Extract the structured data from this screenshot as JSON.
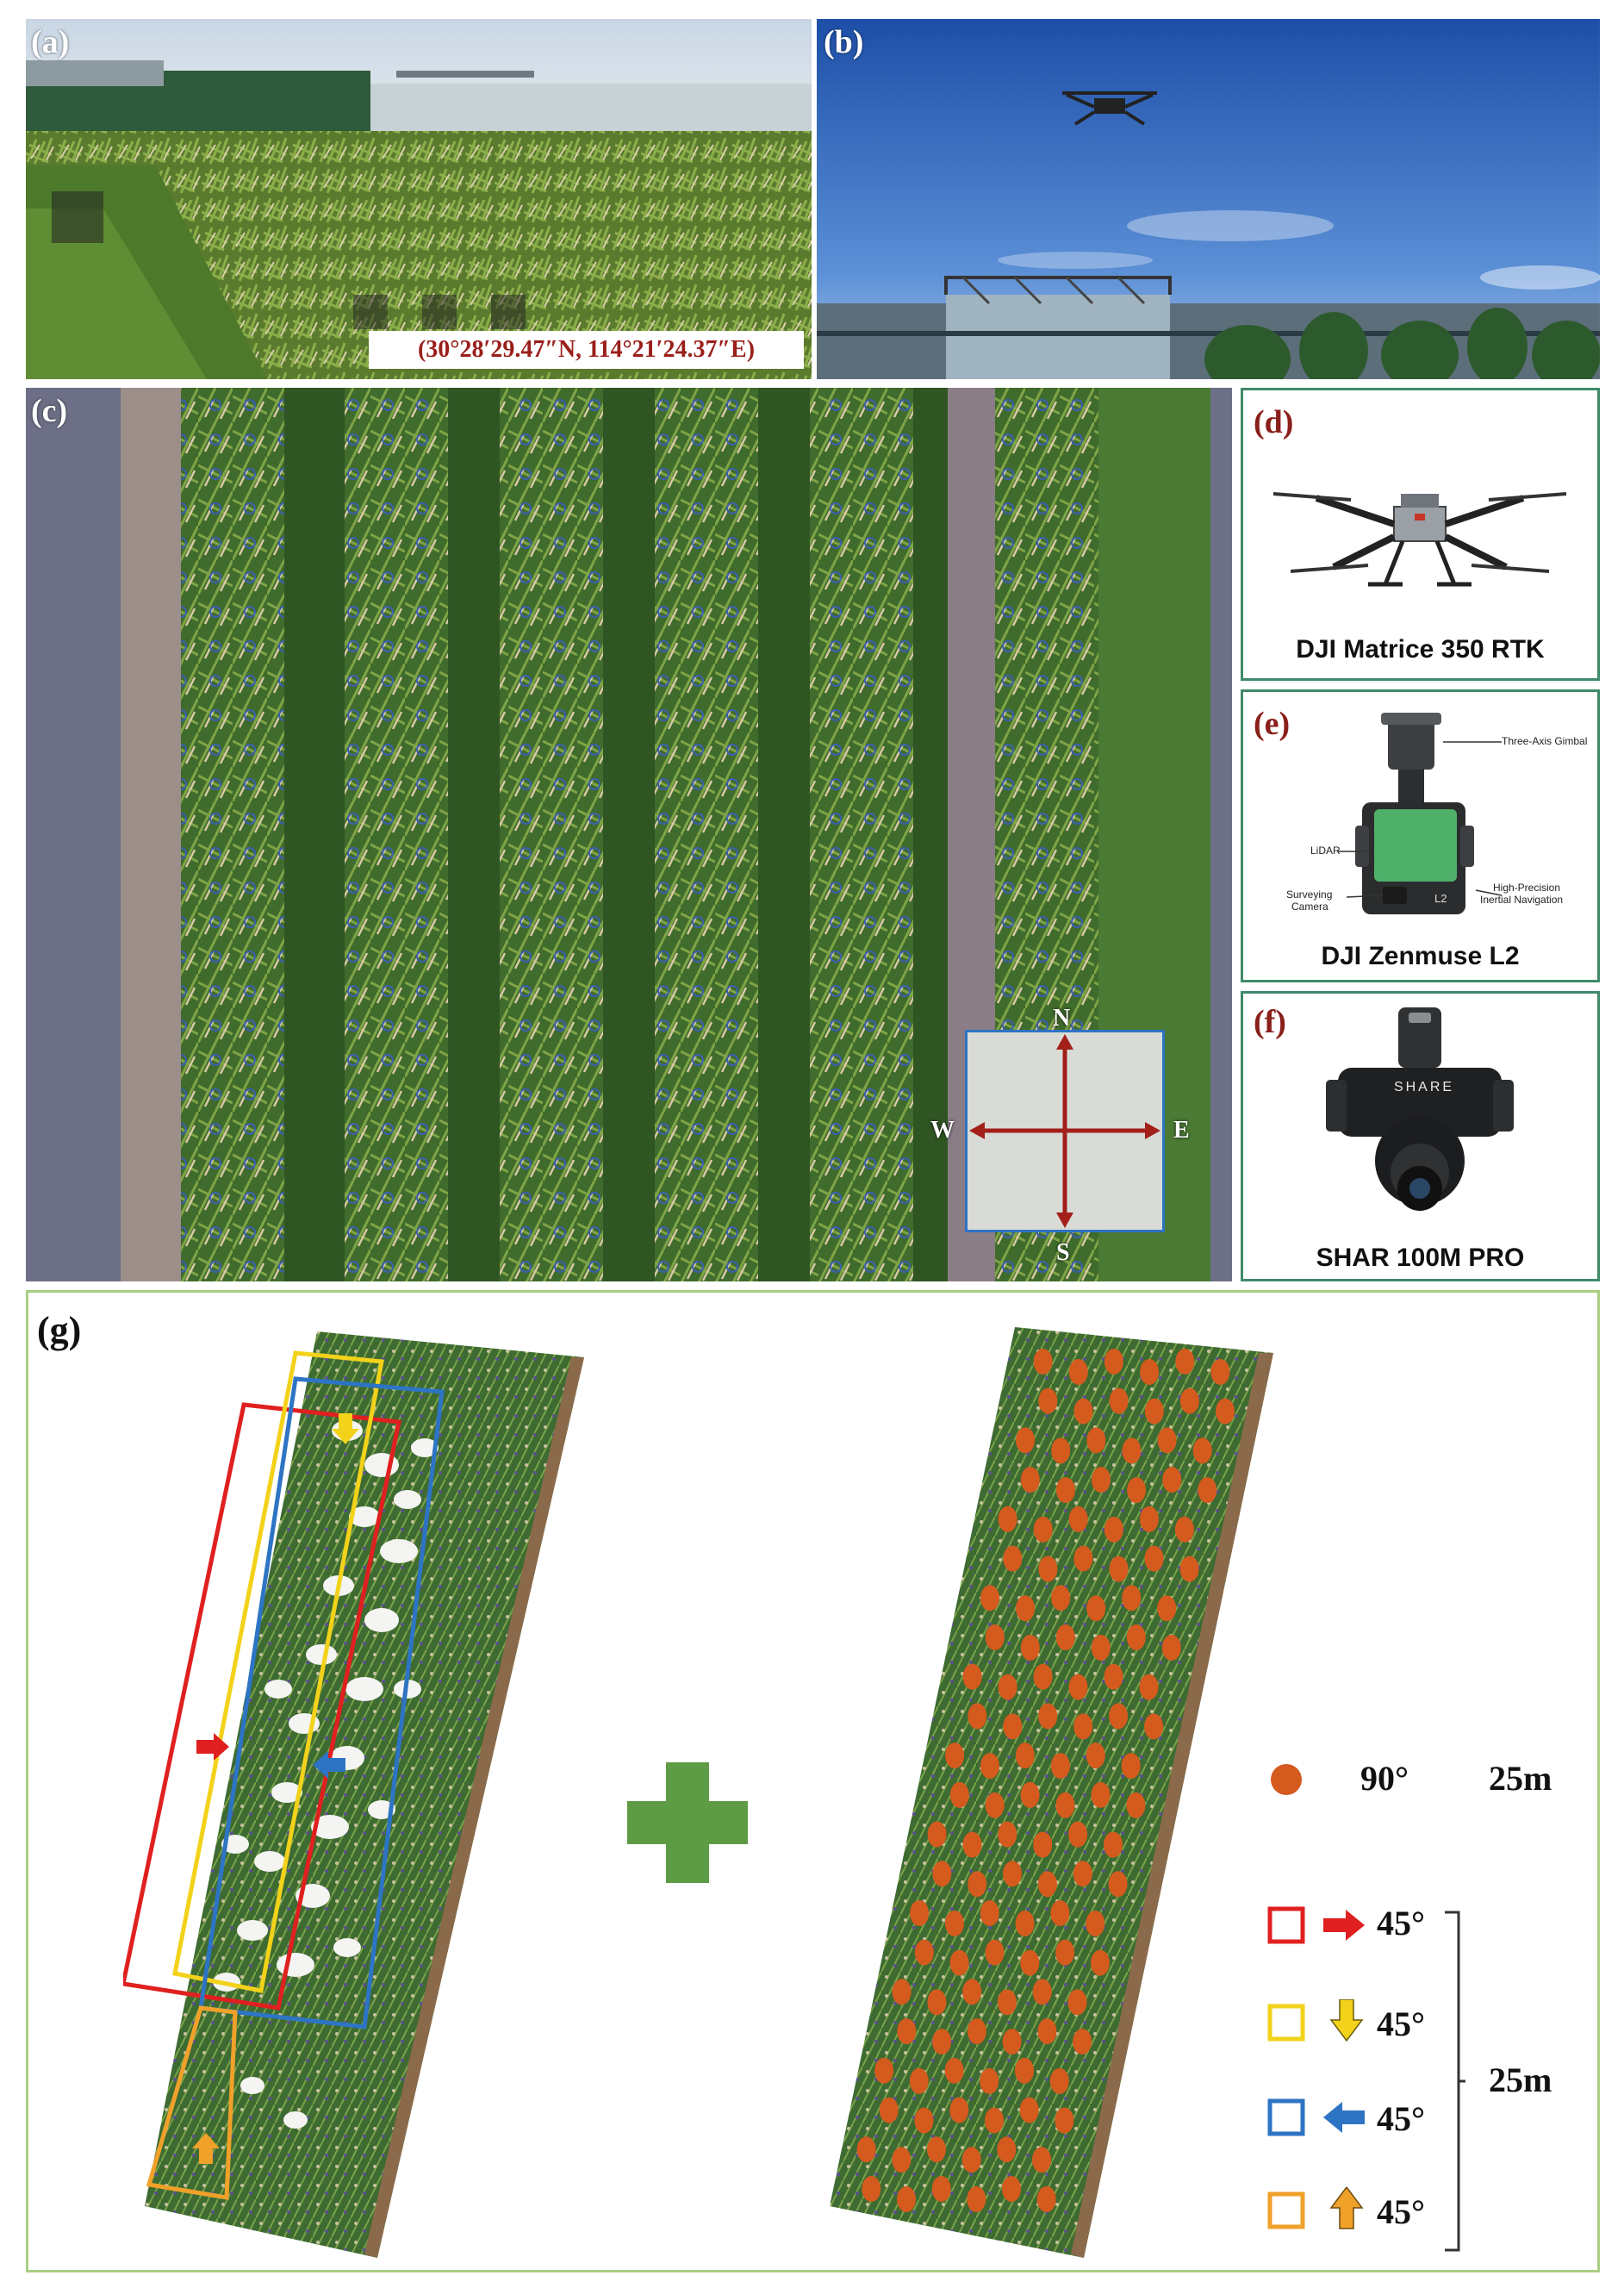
{
  "panels": {
    "a": {
      "label": "(a)",
      "coords": "(30°28′29.47″N, 114°21′24.37″E)"
    },
    "b": {
      "label": "(b)"
    },
    "c": {
      "label": "(c)",
      "compass": {
        "n": "N",
        "s": "S",
        "w": "W",
        "e": "E"
      }
    },
    "d": {
      "label": "(d)",
      "caption": "DJI Matrice 350 RTK"
    },
    "e": {
      "label": "(e)",
      "caption": "DJI Zenmuse L2",
      "annotations": {
        "gimbal": "Three-Axis Gimbal",
        "lidar": "LiDAR",
        "camera_line1": "Surveying",
        "camera_line2": "Camera",
        "nav_line1": "High-Precision",
        "nav_line2": "Inertial Navigation",
        "model": "L2"
      }
    },
    "f": {
      "label": "(f)",
      "caption": "SHAR 100M PRO",
      "brand": "SHARE"
    },
    "g": {
      "label": "(g)"
    }
  },
  "legend": {
    "nadir": {
      "angle": "90°",
      "height": "25m",
      "color": "#d45a1e"
    },
    "oblique": [
      {
        "color": "#e02020",
        "arrow": "right",
        "angle": "45°"
      },
      {
        "color": "#f2d21a",
        "arrow": "down",
        "angle": "45°"
      },
      {
        "color": "#2e74c4",
        "arrow": "left",
        "angle": "45°"
      },
      {
        "color": "#f0a12a",
        "arrow": "up",
        "angle": "45°"
      }
    ],
    "oblique_height": "25m"
  },
  "colors": {
    "frame": "#3f8a6a",
    "g_frame": "#a9cf83",
    "plus": "#5e9b45",
    "label_dark": "#8a1f1a"
  }
}
